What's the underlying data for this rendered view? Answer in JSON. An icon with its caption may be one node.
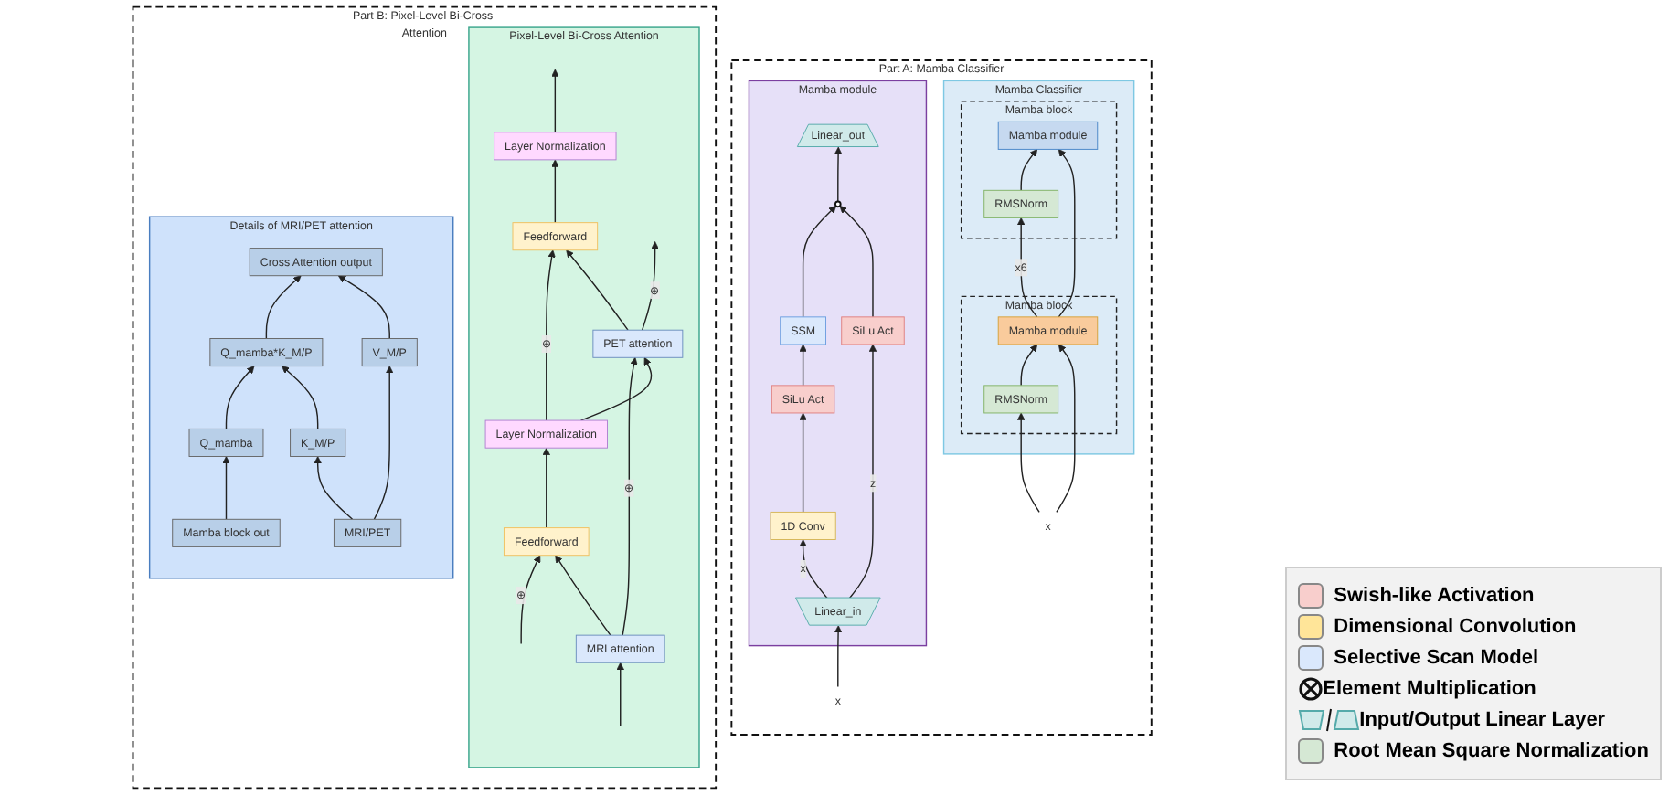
{
  "diagram": {
    "nodes": [
      {
        "text": [
          "Part A: Mamba Classifier"
        ]
      },
      {
        "text": [
          "Mamba Classifier"
        ],
        "in": 0
      },
      {
        "text": [
          "Mamba block"
        ],
        "in": 1
      },
      {
        "text": [
          "Mamba module"
        ],
        "in": 2
      },
      {
        "text": [
          "RMSNorm"
        ],
        "in": 2
      },
      {
        "text": [
          "Mamba block"
        ],
        "in": 1
      },
      {
        "text": [
          "Mamba module"
        ],
        "in": 5
      },
      {
        "text": [
          "RMSNorm"
        ],
        "in": 5
      },
      {
        "text": [
          "x"
        ],
        "in": 0
      },
      {
        "text": [
          "Mamba module"
        ],
        "in": 0
      },
      {
        "text": [
          "Linear_out"
        ],
        "in": 9
      },
      {
        "text": [],
        "shape": "circle",
        "in": 9
      },
      {
        "text": [
          "SSM"
        ],
        "in": 9
      },
      {
        "text": [
          "SiLu Act"
        ],
        "in": 9
      },
      {
        "text": [
          "1D Conv"
        ],
        "in": 9
      },
      {
        "text": [
          "SiLu Act"
        ],
        "in": 9
      },
      {
        "text": [
          "Linear_in"
        ],
        "in": 9
      },
      {
        "text": [
          "x"
        ],
        "in": 0
      },
      {
        "text": [
          "Part B: Pixel-Level Bi-Cross Attention"
        ]
      },
      {
        "text": [
          "Pixel-Level Bi-Cross Attention"
        ],
        "in": 18
      },
      {
        "text": [
          "Layer Normalization"
        ],
        "in": 19
      },
      {
        "text": [
          "Feedforward"
        ],
        "in": 19
      },
      {
        "text": [
          "PET attention"
        ],
        "in": 19
      },
      {
        "text": [
          "Layer Normalization"
        ],
        "in": 19
      },
      {
        "text": [
          "Feedforward"
        ],
        "in": 19
      },
      {
        "text": [
          "MRI attention"
        ],
        "in": 19
      },
      {
        "text": [
          "Details of MRI/PET attention"
        ],
        "in": 18
      },
      {
        "text": [
          "Cross Attention output"
        ],
        "in": 26
      },
      {
        "text": [
          "Q_mamba*K_M/P"
        ],
        "in": 26
      },
      {
        "text": [
          "V_M/P"
        ],
        "in": 26
      },
      {
        "text": [
          "K_M/P"
        ],
        "in": 26
      },
      {
        "text": [
          "Q_mamba"
        ],
        "in": 26
      },
      {
        "text": [
          "MRI/PET"
        ],
        "in": 26
      },
      {
        "text": [
          "Mamba block out"
        ],
        "in": 26
      }
    ],
    "edges": [
      {
        "from": 8,
        "to": 7,
        "arrow": "to"
      },
      {
        "from": 7,
        "to": 6,
        "arrow": "to"
      },
      {
        "from": 8,
        "to": 6,
        "arrow": "to"
      },
      {
        "from": 6,
        "to": 4,
        "label": "x6",
        "arrow": "to"
      },
      {
        "from": 4,
        "to": 3,
        "arrow": "to"
      },
      {
        "from": 6,
        "to": 3,
        "arrow": "to"
      },
      {
        "from": 17,
        "to": 16,
        "arrow": "to"
      },
      {
        "from": 16,
        "to": 14,
        "label": "x",
        "arrow": "to"
      },
      {
        "from": 16,
        "to": 15,
        "label": "z",
        "arrow": "to"
      },
      {
        "from": 14,
        "to": 13,
        "arrow": "to"
      },
      {
        "from": 13,
        "to": 12,
        "arrow": "to"
      },
      {
        "from": 12,
        "to": 11,
        "arrow": "to"
      },
      {
        "from": 15,
        "to": 11,
        "arrow": "to"
      },
      {
        "from": 11,
        "to": 10,
        "arrow": "to"
      },
      {
        "from": null,
        "to": 25,
        "arrow": "to"
      },
      {
        "from": null,
        "to": 24,
        "label": "⊕",
        "arrow": "to"
      },
      {
        "from": 25,
        "to": 24,
        "arrow": "to"
      },
      {
        "from": 25,
        "to": 22,
        "label": "⊕",
        "arrow": "to"
      },
      {
        "from": 24,
        "to": 23,
        "arrow": "to"
      },
      {
        "from": 23,
        "to": 22,
        "arrow": "to"
      },
      {
        "from": 23,
        "to": 21,
        "label": "⊕",
        "arrow": "to"
      },
      {
        "from": 22,
        "to": 21,
        "arrow": "to"
      },
      {
        "from": 21,
        "to": 20,
        "arrow": "to"
      },
      {
        "from": 22,
        "to": null,
        "label": "⊕",
        "arrow": "to"
      },
      {
        "from": 20,
        "to": null,
        "arrow": "to"
      },
      {
        "from": 32,
        "to": 29,
        "arrow": "to"
      },
      {
        "from": 32,
        "to": 30,
        "arrow": "to"
      },
      {
        "from": 33,
        "to": 31,
        "arrow": "to"
      },
      {
        "from": 31,
        "to": 28,
        "arrow": "to"
      },
      {
        "from": 30,
        "to": 28,
        "arrow": "to"
      },
      {
        "from": 28,
        "to": 27,
        "arrow": "to"
      },
      {
        "from": 29,
        "to": 27,
        "arrow": "to"
      }
    ],
    "legend": [
      {
        "text": "Swish-like Activation",
        "color": "#f8cecc"
      },
      {
        "text": "Dimensional Convolution",
        "color": "#ffe599"
      },
      {
        "text": "Selective Scan Model",
        "color": "#dae8fc"
      },
      {
        "text": "Element Multiplication"
      },
      {
        "text": "Input/Output Linear Layer"
      },
      {
        "text": "Root Mean Square Normalization",
        "color": "#d5e8d4"
      }
    ]
  }
}
